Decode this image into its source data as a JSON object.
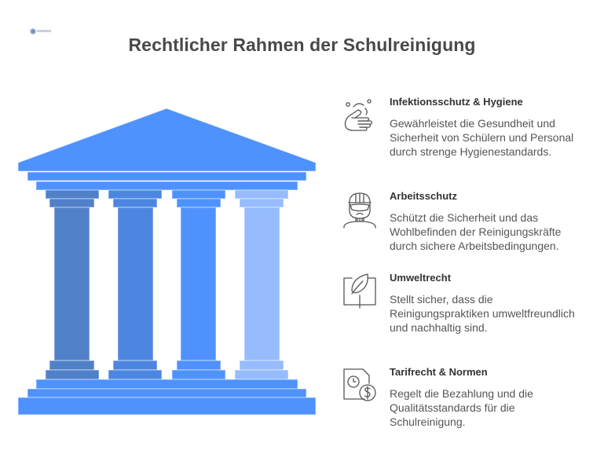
{
  "title": "Rechtlicher Rahmen der Schulreinigung",
  "logo": {
    "icon": "brand-logo-icon"
  },
  "colors": {
    "roof": "#4f92fd",
    "column_1": "#5080c8",
    "column_2": "#4d86e0",
    "column_3": "#4f92fd",
    "column_4": "#96bcfd",
    "base": "#4f92fd",
    "heading_text": "#333333",
    "body_text": "#555555",
    "title_text": "#494949"
  },
  "temple": {
    "columns": [
      {
        "name": "column-1",
        "color": "#5080c8"
      },
      {
        "name": "column-2",
        "color": "#4d86e0"
      },
      {
        "name": "column-3",
        "color": "#4f92fd"
      },
      {
        "name": "column-4",
        "color": "#96bcfd"
      }
    ]
  },
  "items": [
    {
      "icon": "hand-washing-icon",
      "heading": "Infektionsschutz & Hygiene",
      "body": "Gewährleistet die Gesundheit und Sicherheit von Schülern und Personal durch strenge Hygienestandards."
    },
    {
      "icon": "worker-helmet-icon",
      "heading": "Arbeitsschutz",
      "body": "Schützt die Sicherheit und das Wohlbefinden der Reinigungskräfte durch sichere Arbeitsbedingungen."
    },
    {
      "icon": "leaf-book-icon",
      "heading": "Umweltrecht",
      "body": "Stellt sicher, dass die Reinigungspraktiken umweltfreundlich und nachhaltig sind."
    },
    {
      "icon": "clock-dollar-document-icon",
      "heading": "Tarifrecht & Normen",
      "body": "Regelt die Bezahlung und die Qualitätsstandards für die Schulreinigung."
    }
  ]
}
